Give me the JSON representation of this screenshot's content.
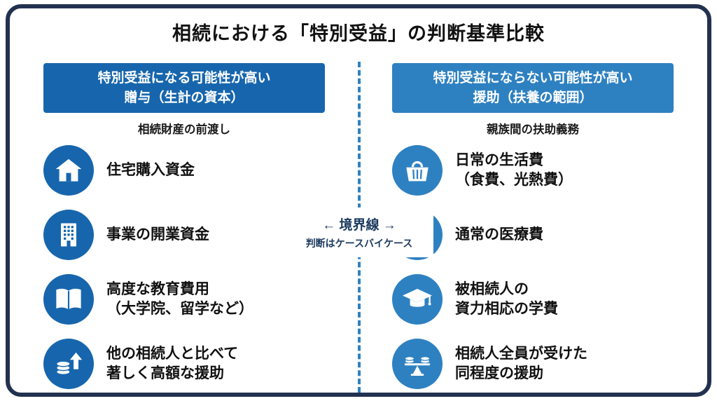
{
  "title": "相続における「特別受益」の判断基準比較",
  "colors": {
    "left_accent": "#1766ad",
    "right_accent": "#2e81c1",
    "frame_border": "#22314f",
    "divider": "#2e81c1"
  },
  "left": {
    "header": "特別受益になる可能性が高い\n贈与（生計の資本）",
    "subtitle": "相続財産の前渡し",
    "items": [
      {
        "icon": "house-icon",
        "label": "住宅購入資金"
      },
      {
        "icon": "office-building-icon",
        "label": "事業の開業資金"
      },
      {
        "icon": "open-book-icon",
        "label": "高度な教育費用\n（大学院、留学など）"
      },
      {
        "icon": "rising-coins-icon",
        "label": "他の相続人と比べて\n著しく高額な援助"
      }
    ]
  },
  "right": {
    "header": "特別受益にならない可能性が高い\n援助（扶養の範囲）",
    "subtitle": "親族間の扶助義務",
    "items": [
      {
        "icon": "shopping-basket-icon",
        "label": "日常の生活費\n（食費、光熱費）"
      },
      {
        "icon": "hospital-icon",
        "label": "通常の医療費"
      },
      {
        "icon": "graduation-cap-icon",
        "label": "被相続人の\n資力相応の学費"
      },
      {
        "icon": "balance-scale-icon",
        "label": "相続人全員が受けた\n同程度の援助"
      }
    ]
  },
  "center": {
    "boundary_label": "← 境界線 →",
    "boundary_note": "判断はケースバイケース"
  }
}
